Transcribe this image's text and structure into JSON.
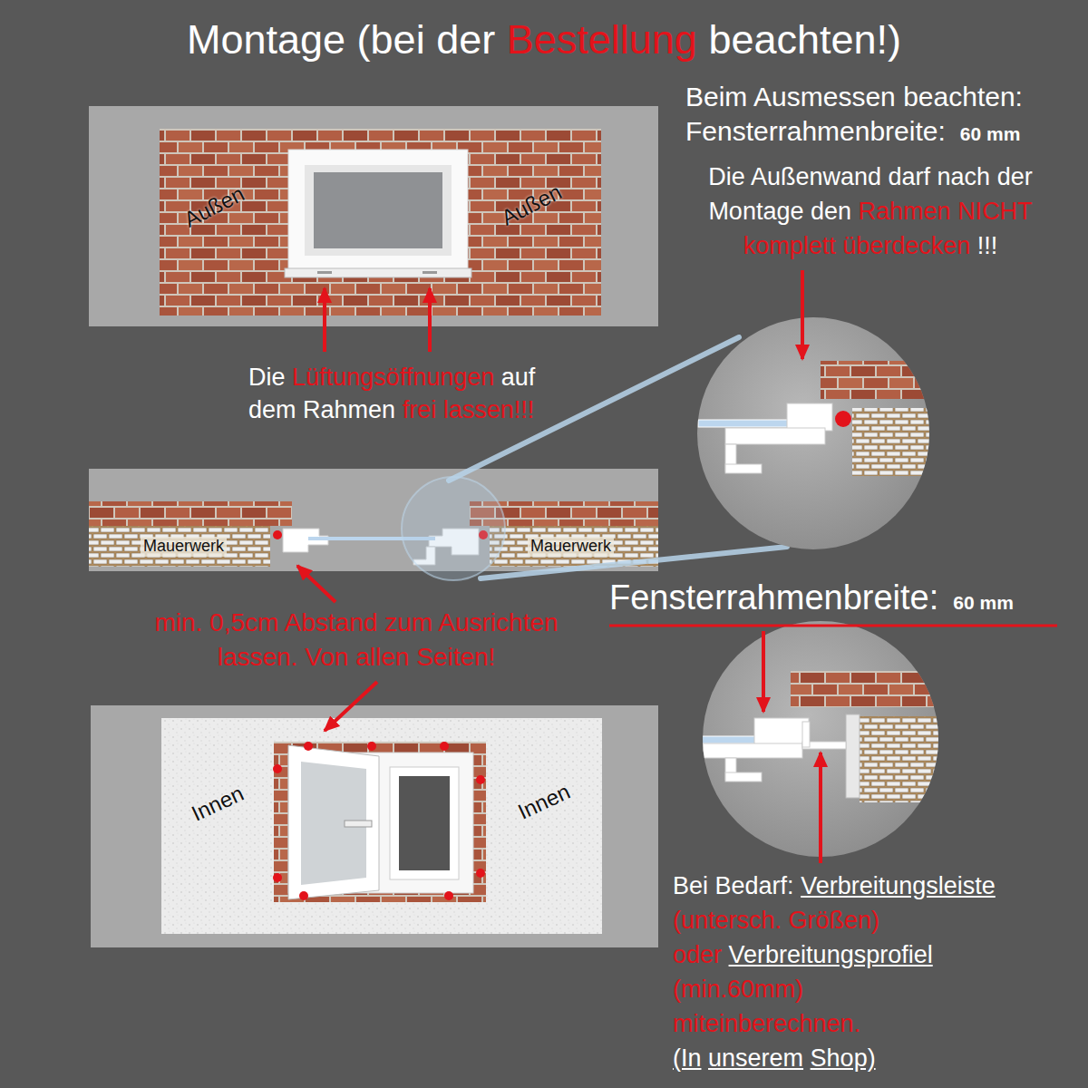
{
  "diagram": {
    "title": "Montage (bei der Bestellung beachten!)",
    "nodes": [
      {
        "text": [
          "Außen",
          "Außen"
        ]
      },
      {
        "text": [
          "Mauerwerk",
          "Mauerwerk"
        ]
      },
      {
        "text": [
          "Innen",
          "Innen"
        ]
      }
    ],
    "labels": [
      "Beim Ausmessen beachten:",
      "Fensterrahmenbreite:",
      "60 mm",
      "Die Außenwand darf nach der Montage den Rahmen NICHT komplett überdecken !!!",
      "Die Lüftungsöffnungen auf dem Rahmen frei lassen!!!",
      "min. 0,5cm Abstand zum Ausrichten lassen. Von allen Seiten!",
      "Fensterrahmenbreite:",
      "60 mm",
      "Bei Bedarf: Verbreitungsleiste (untersch. Größen) oder Verbreitungsprofiel (min.60mm) miteinberechnen. (In unserem Shop)"
    ]
  }
}
